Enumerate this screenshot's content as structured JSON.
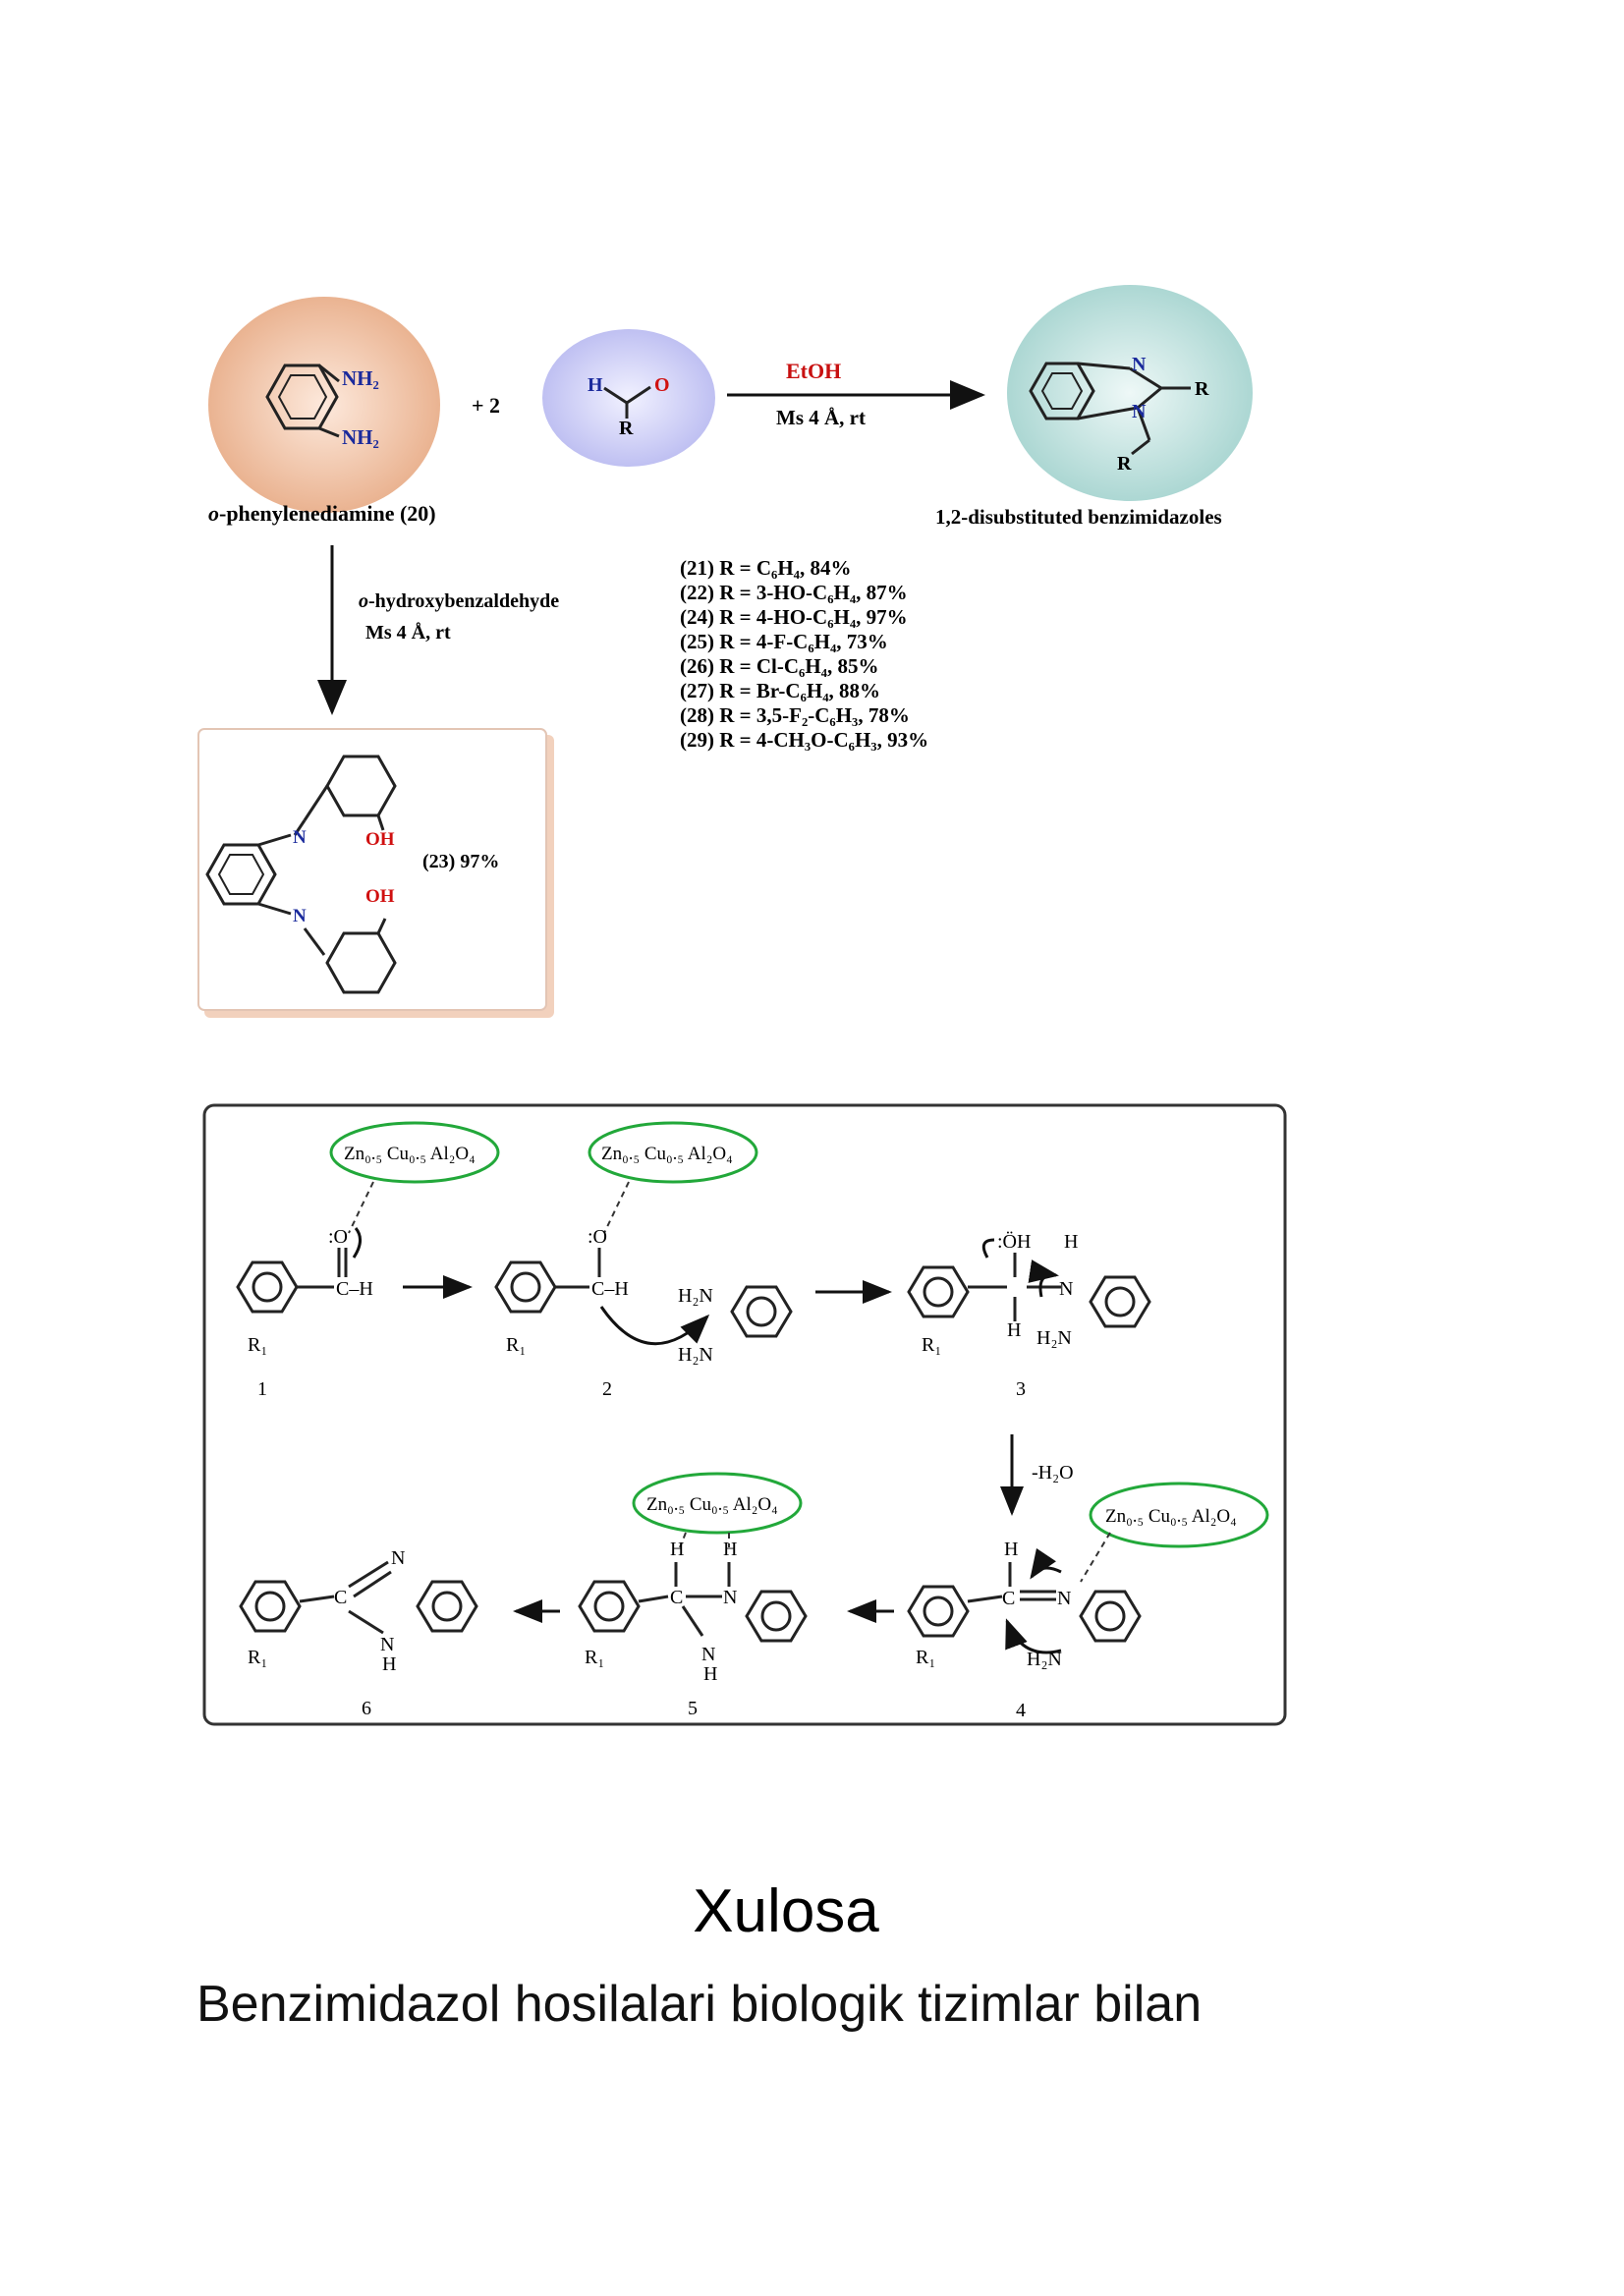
{
  "scheme1": {
    "nh2": "NH₂",
    "plus_two": "+  2",
    "aldehyde_h": "H",
    "aldehyde_o": "O",
    "aldehyde_r": "R",
    "reagent_top": "EtOH",
    "reagent_bottom": "Ms 4 Å, rt",
    "reactant_label_prefix": "o",
    "reactant_label": "-phenylenediamine (20)",
    "product_n": "N",
    "product_r": "R",
    "product_label": "1,2-disubstituted benzimidazoles",
    "side_reagent_prefix": "o",
    "side_reagent": "-hydroxybenzaldehyde",
    "side_conditions": "Ms 4 Å, rt",
    "side_product_n": "N",
    "side_product_oh": "OH",
    "side_product_label": "(23) 97%",
    "yields": [
      "(21) R = C₆H₄, 84%",
      "(22) R = 3-HO-C₆H₄, 87%",
      "(24) R = 4-HO-C₆H₄, 97%",
      "(25) R = 4-F-C₆H₄, 73%",
      "(26) R = Cl-C₆H₄, 85%",
      "(27) R = Br-C₆H₄, 88%",
      "(28) R = 3,5-F₂-C₆H₃, 78%",
      "(29) R = 4-CH₃O-C₆H₃, 93%"
    ]
  },
  "scheme2": {
    "catalyst": "Zn₀.₅ Cu₀.₅ Al₂O₄",
    "r1": "R₁",
    "labels": [
      "1",
      "2",
      "3",
      "4",
      "5",
      "6"
    ],
    "o_lp": ":O",
    "ch": "C–H",
    "h2n": "H₂N",
    "oh": ":ÖH",
    "h": "H",
    "n": "N",
    "c": "C",
    "water_loss": "-H₂O"
  },
  "conclusion": {
    "heading": "Xulosa",
    "text": "Benzimidazol hosilalari biologik tizimlar bilan"
  }
}
